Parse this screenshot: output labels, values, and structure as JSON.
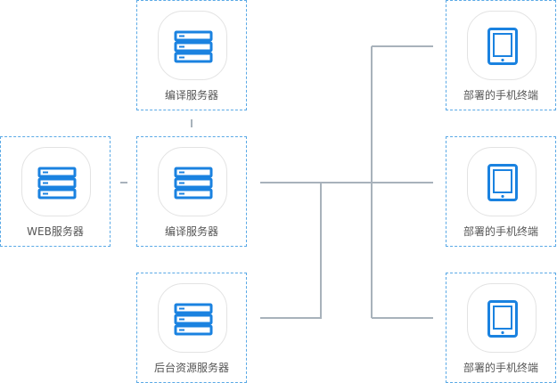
{
  "colors": {
    "node_border": "#5aa9e6",
    "icon": "#1a82e0",
    "line": "#a8b2bb",
    "tile_border": "#e3e3e3",
    "label": "#555555"
  },
  "nodes": {
    "compile_server_top": {
      "label": "编译服务器",
      "icon": "server-icon"
    },
    "web_server": {
      "label": "WEB服务器",
      "icon": "server-icon"
    },
    "compile_server_main": {
      "label": "编译服务器",
      "icon": "server-icon"
    },
    "backend_resource_server": {
      "label": "后台资源服务器",
      "icon": "server-icon"
    },
    "mobile_1": {
      "label": "部署的手机终端",
      "icon": "mobile-icon"
    },
    "mobile_2": {
      "label": "部署的手机终端",
      "icon": "mobile-icon"
    },
    "mobile_3": {
      "label": "部署的手机终端",
      "icon": "mobile-icon"
    }
  }
}
